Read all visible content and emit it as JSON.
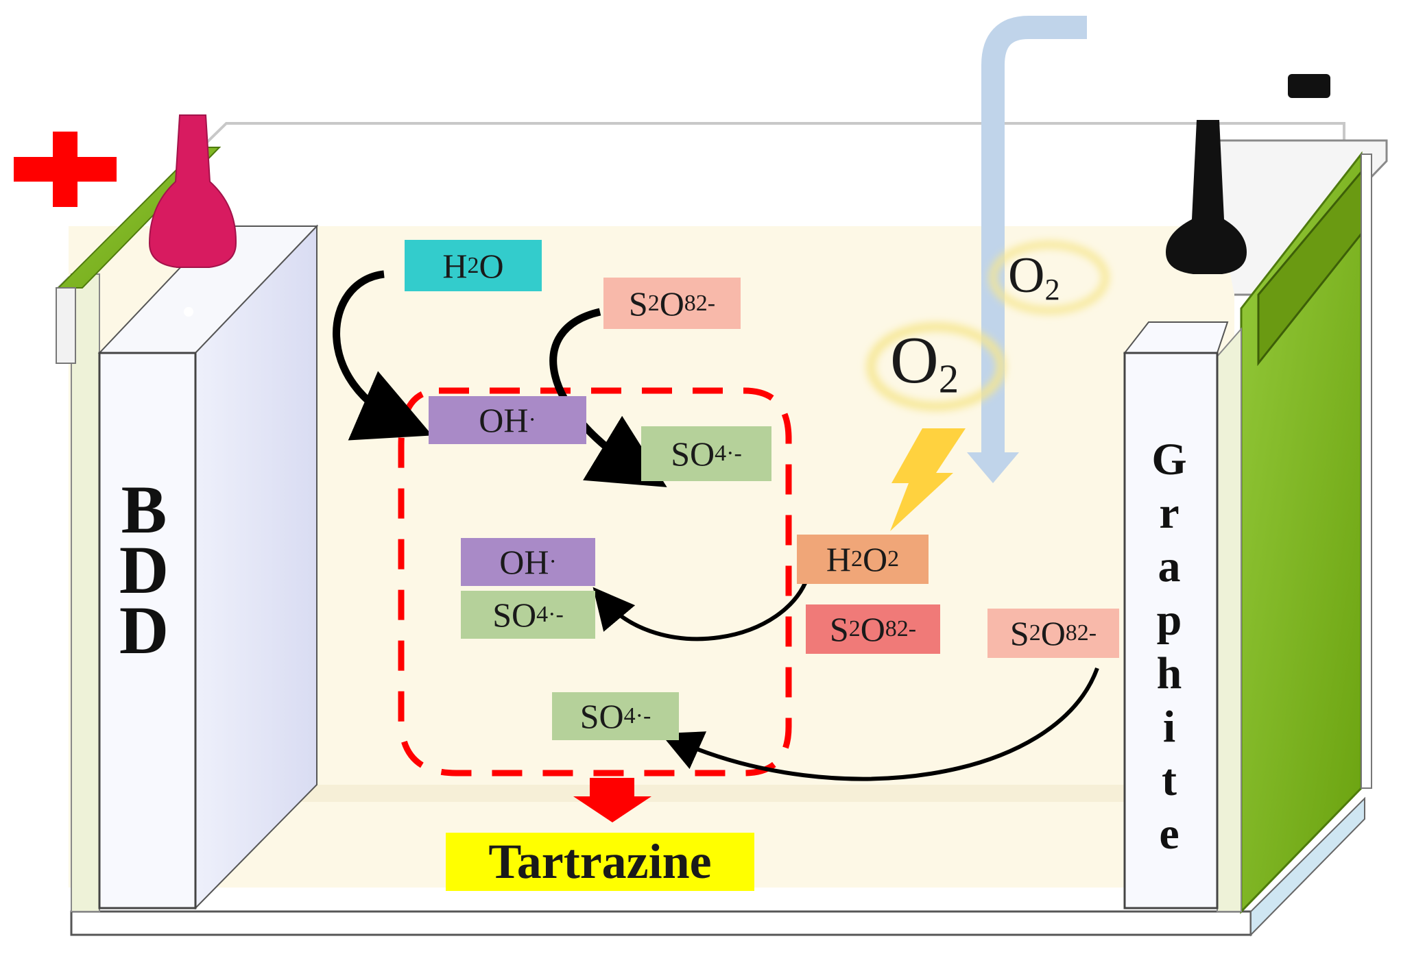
{
  "signs": {
    "positive": "+",
    "negative": "-"
  },
  "electrodes": {
    "anode": {
      "label": "BDD",
      "letters": [
        "B",
        "D",
        "D"
      ]
    },
    "cathode": {
      "label": "Graphite",
      "letters": [
        "G",
        "r",
        "a",
        "p",
        "h",
        "i",
        "t",
        "e"
      ]
    }
  },
  "species": {
    "h2o": "H2O",
    "s2o8_top": "S2O82-",
    "oh_top": "OH·",
    "so4_top": "SO4·-",
    "oh_mid": "OH·",
    "so4_mid": "SO4·-",
    "h2o2": "H2O2",
    "s2o8_mid": "S2O82-",
    "s2o8_right": "S2O82-",
    "so4_bottom": "SO4·-",
    "o2_small": "O2",
    "o2_large": "O2"
  },
  "target": "Tartrazine",
  "colors": {
    "h2o_box": "#33cccc",
    "oh_box": "#a98ac7",
    "so4_box": "#b5d19a",
    "s2o8_light": "#f8b9aa",
    "s2o8_strong": "#f07a78",
    "h2o2_box": "#f0a678",
    "target_box": "#ffff00",
    "dashed_region": "#ff0000",
    "solution": "#fdf8e6",
    "anode_clip": "#d81b60",
    "cathode_clip": "#111111",
    "graphite_plate": "#7cb518",
    "o2_inlet": "#c0d4ea",
    "lightning": "#ffd23f",
    "sign_color": "#ff0000"
  }
}
